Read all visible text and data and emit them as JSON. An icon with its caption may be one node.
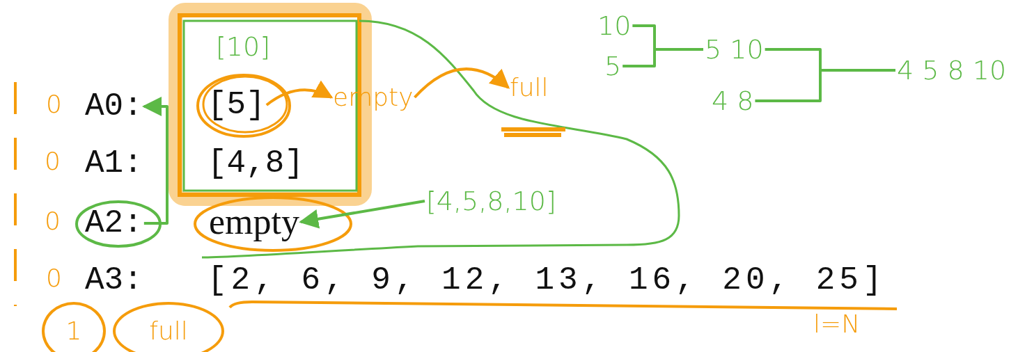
{
  "diagram": {
    "nodes": [
      {
        "text": [
          "A0:"
        ]
      },
      {
        "text": [
          "[5]"
        ]
      },
      {
        "text": [
          "A1:"
        ]
      },
      {
        "text": [
          "[4,8]"
        ]
      },
      {
        "text": [
          "A2:"
        ]
      },
      {
        "text": [
          "empty"
        ]
      },
      {
        "text": [
          "A3:"
        ]
      },
      {
        "text": [
          "[2, 6, 9, 12, 13, 16, 20, 25]"
        ]
      },
      {
        "text": [
          "[10]"
        ]
      },
      {
        "text": [
          "empty"
        ]
      },
      {
        "text": [
          "full"
        ]
      },
      {
        "text": [
          "[4,5,8,10]"
        ]
      },
      {
        "text": [
          "10"
        ]
      },
      {
        "text": [
          "5"
        ]
      },
      {
        "text": [
          "5 10"
        ]
      },
      {
        "text": [
          "4 8"
        ]
      },
      {
        "text": [
          "4 5 8 10"
        ]
      },
      {
        "text": [
          "1"
        ]
      },
      {
        "text": [
          "full"
        ]
      }
    ],
    "edges": [
      {
        "from": 4,
        "to": 0,
        "arrow": "to"
      },
      {
        "from": 1,
        "to": 9,
        "arrow": "to",
        "color": "#f59c0b"
      },
      {
        "from": 9,
        "to": 10,
        "arrow": "to",
        "color": "#f59c0b"
      },
      {
        "from": 11,
        "to": 5,
        "arrow": "to"
      },
      {
        "from": 12,
        "to": 14,
        "arrow": "none"
      },
      {
        "from": 13,
        "to": 14,
        "arrow": "none"
      },
      {
        "from": 14,
        "to": 16,
        "arrow": "none"
      },
      {
        "from": 15,
        "to": 16,
        "arrow": "none"
      }
    ],
    "labels": [
      "0",
      "0",
      "0",
      "0",
      "l=N"
    ]
  }
}
